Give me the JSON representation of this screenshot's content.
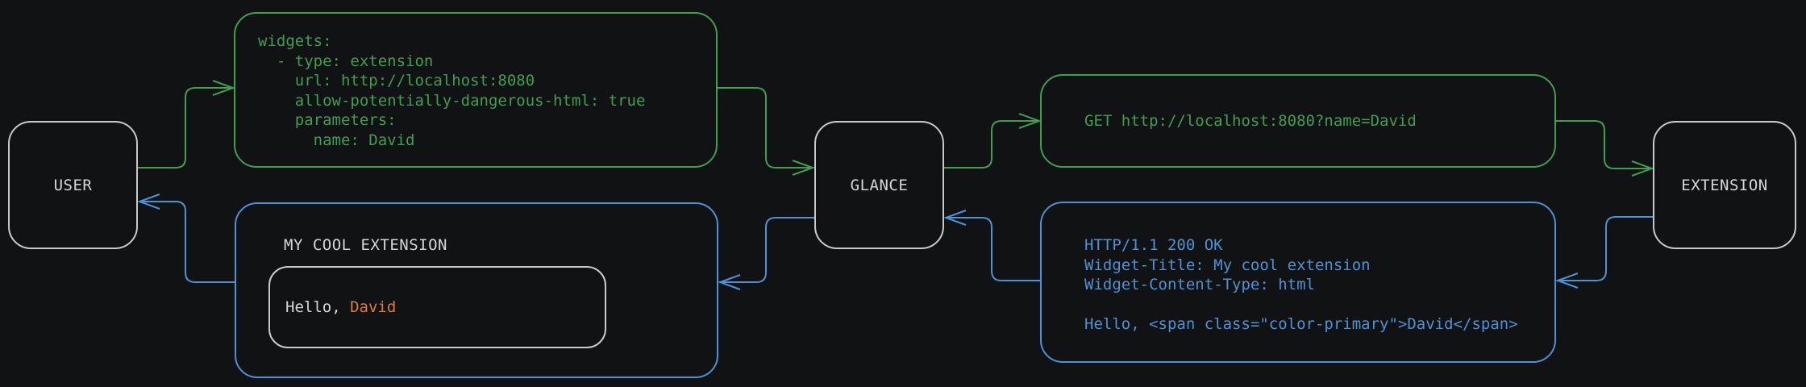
{
  "colors": {
    "background": "#111213",
    "green": "#3f9e52",
    "blue": "#4c92d6",
    "gray_border": "#c9c9c9",
    "text_light": "#d6d6d6",
    "orange": "#e07c30"
  },
  "nodes": {
    "user": "USER",
    "glance": "GLANCE",
    "extension": "EXTENSION"
  },
  "config_box": {
    "lines": [
      "widgets:",
      "  - type: extension",
      "    url: http://localhost:8080",
      "    allow-potentially-dangerous-html: true",
      "    parameters:",
      "      name: David"
    ]
  },
  "request_box": {
    "text": "GET http://localhost:8080?name=David"
  },
  "response_box": {
    "lines": [
      "HTTP/1.1 200 OK",
      "Widget-Title: My cool extension",
      "Widget-Content-Type: html",
      "",
      "Hello, <span class=\"color-primary\">David</span>"
    ]
  },
  "widget_box": {
    "title": "MY COOL EXTENSION",
    "greeting_prefix": "Hello, ",
    "greeting_name": "David"
  },
  "edges": [
    {
      "from": "user",
      "to": "config-yaml",
      "color": "green"
    },
    {
      "from": "config-yaml",
      "to": "glance",
      "color": "green"
    },
    {
      "from": "glance",
      "to": "get-request",
      "color": "green"
    },
    {
      "from": "get-request",
      "to": "extension",
      "color": "green"
    },
    {
      "from": "extension",
      "to": "http-response",
      "color": "blue"
    },
    {
      "from": "http-response",
      "to": "glance",
      "color": "blue"
    },
    {
      "from": "glance",
      "to": "rendered-widget",
      "color": "blue"
    },
    {
      "from": "rendered-widget",
      "to": "user",
      "color": "blue"
    }
  ]
}
